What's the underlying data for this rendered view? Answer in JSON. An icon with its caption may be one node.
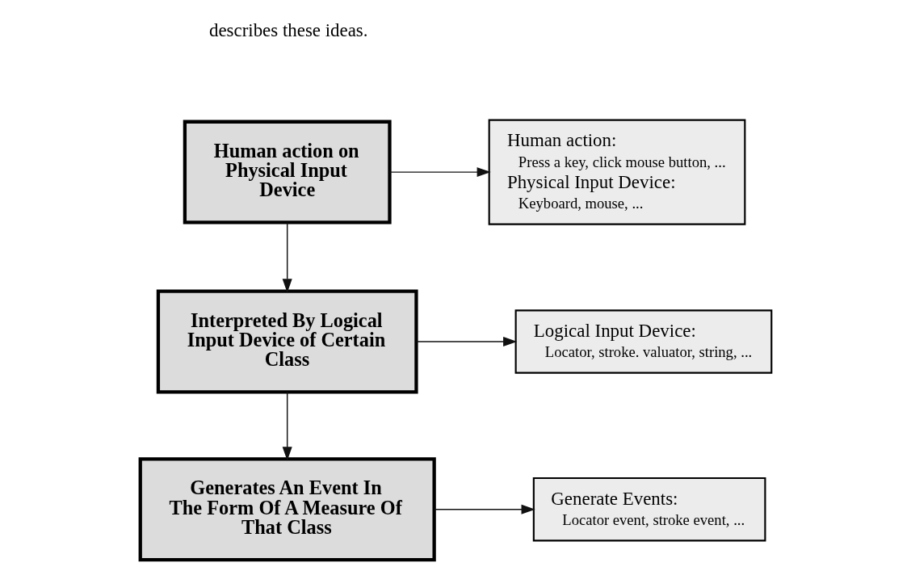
{
  "diagram": {
    "nodes": [
      {
        "text": [
          "Human action on Physical Input Device"
        ]
      },
      {
        "text": [
          "Human action:",
          "Press a key, click mouse button, ...",
          "Physical Input Device:",
          "Keyboard, mouse, ..."
        ]
      },
      {
        "text": [
          "Interpreted By Logical Input Device of Certain Class"
        ]
      },
      {
        "text": [
          "Logical Input Device:",
          "Locator, stroke. valuator, string, ..."
        ]
      },
      {
        "text": [
          "Generates An Event In The Form Of A Measure Of That Class"
        ]
      },
      {
        "text": [
          "Generate Events:",
          "Locator event, stroke event, ..."
        ]
      }
    ],
    "edges": [
      {
        "from": 0,
        "to": 2,
        "arrow": "to"
      },
      {
        "from": 2,
        "to": 4,
        "arrow": "to"
      },
      {
        "from": 0,
        "to": 1,
        "arrow": "to"
      },
      {
        "from": 2,
        "to": 3,
        "arrow": "to"
      },
      {
        "from": 4,
        "to": 5,
        "arrow": "to"
      }
    ],
    "labels": [
      "describes these ideas."
    ]
  }
}
